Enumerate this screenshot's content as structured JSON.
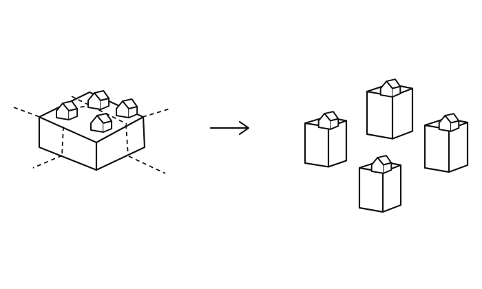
{
  "diagram": {
    "ink_color": "#111111",
    "paper_color": "#ffffff",
    "source": {
      "kind": "combined-block",
      "house_count": 4
    },
    "transition": {
      "icon": "right-arrow-icon"
    },
    "result": {
      "kind": "separate-pillars",
      "pillar_count": 4
    }
  }
}
